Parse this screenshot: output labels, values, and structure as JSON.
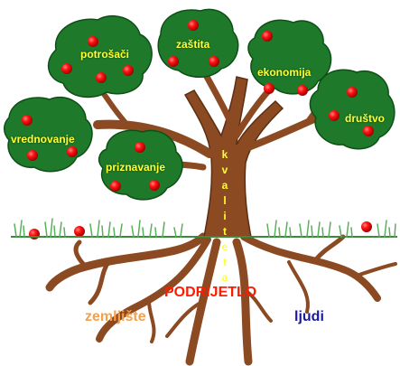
{
  "crown_labels": {
    "potrosaci": "potrošači",
    "zastita": "zaštita",
    "ekonomija": "ekonomija",
    "vrednovanje": "vrednovanje",
    "priznavanje": "priznavanje",
    "drustvo": "društvo"
  },
  "trunk_word": "kvaliteta",
  "root_labels": {
    "podrijetlo": "PODRIJETLO",
    "zemljiste": "zemljište",
    "ljudi": "ljudi"
  },
  "colors": {
    "foliage": "#1e7a2a",
    "foliage_dark": "#0e4f16",
    "trunk": "#8b4a22",
    "trunk_dark": "#5c2e12",
    "apple": "#ff0000",
    "label_yellow": "#ffff33",
    "podrijetlo_red": "#ff1a00",
    "zemljiste_orange": "#f5a04a",
    "ljudi_blue": "#1a1aa0",
    "grass": "#5ab05a",
    "ground_line": "#3a8a3a"
  },
  "icons": [
    "apple-icon",
    "grass-icon"
  ]
}
